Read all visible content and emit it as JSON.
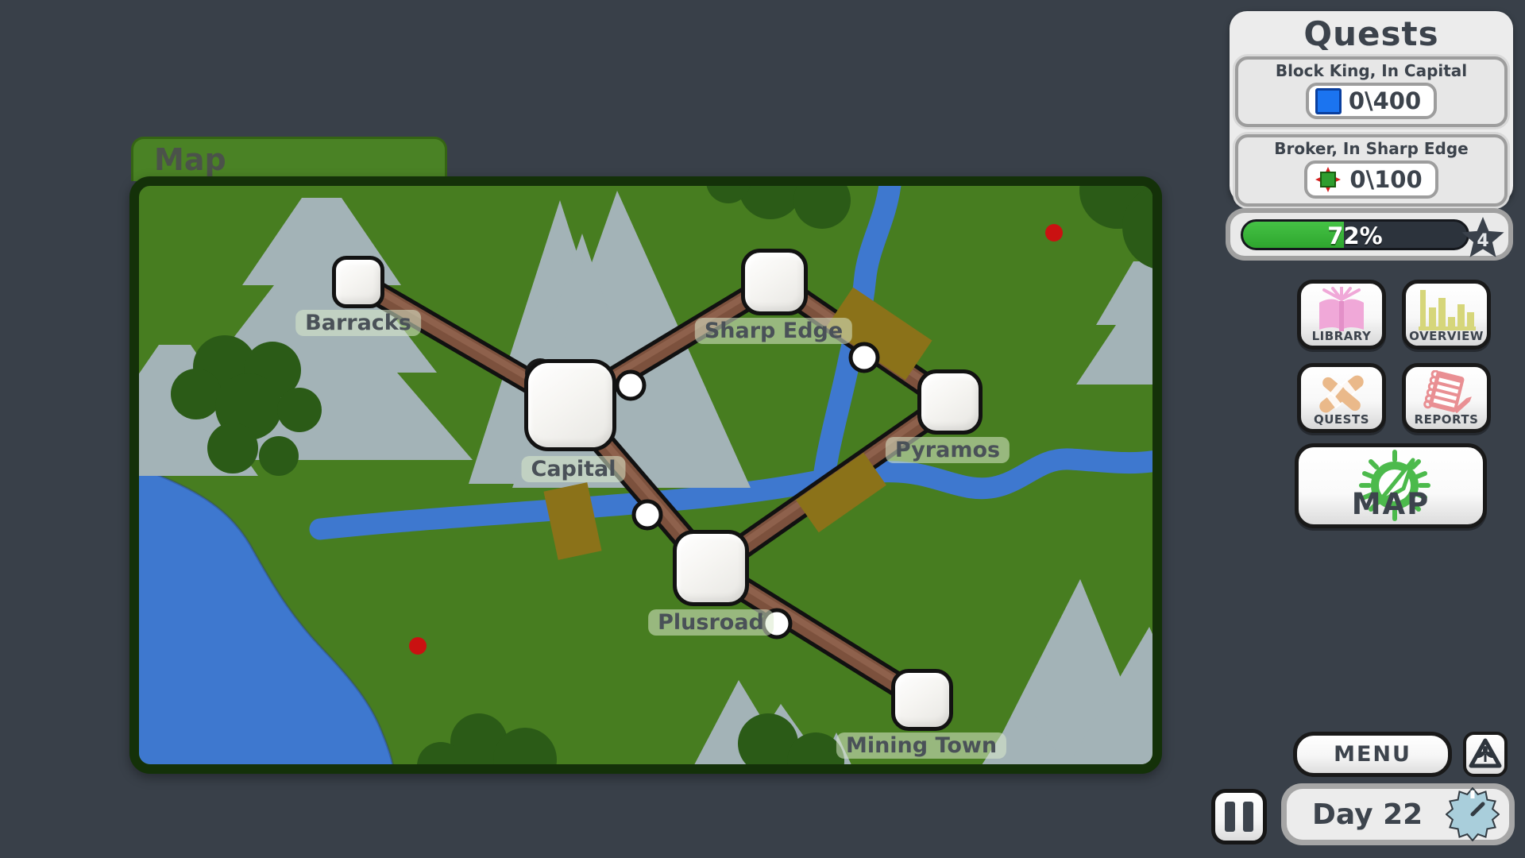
{
  "map": {
    "tab_label": "Map",
    "towns": [
      {
        "id": "barracks",
        "label": "Barracks"
      },
      {
        "id": "capital",
        "label": "Capital"
      },
      {
        "id": "sharp-edge",
        "label": "Sharp Edge"
      },
      {
        "id": "pyramos",
        "label": "Pyramos"
      },
      {
        "id": "plusroad",
        "label": "Plusroad"
      },
      {
        "id": "mining-town",
        "label": "Mining Town"
      }
    ]
  },
  "quests": {
    "title": "Quests",
    "entries": [
      {
        "name": "Block King, In Capital",
        "progress": "0\\400",
        "icon": "blue-square-icon"
      },
      {
        "name": "Broker, In Sharp Edge",
        "progress": "0\\100",
        "icon": "crate-burst-icon"
      }
    ]
  },
  "progress": {
    "percent": "72%",
    "level": "4"
  },
  "buttons": {
    "library": "LIBRARY",
    "overview": "OVERVIEW",
    "quests": "QUESTS",
    "reports": "REPORTS",
    "map": "MAP"
  },
  "bottom": {
    "menu": "MENU",
    "day": "Day 22"
  },
  "colors": {
    "background": "#394049",
    "map_green": "#477d20",
    "map_border": "#143109",
    "river_blue": "#3e78cf",
    "road_brown": "#7c513d",
    "bridge_olive": "#8b7219",
    "progress_green": "#35b535",
    "quest_icon_blue": "#1b74f0",
    "mountain_gray": "#a3b3b7",
    "bush_green": "#2b5b17"
  }
}
